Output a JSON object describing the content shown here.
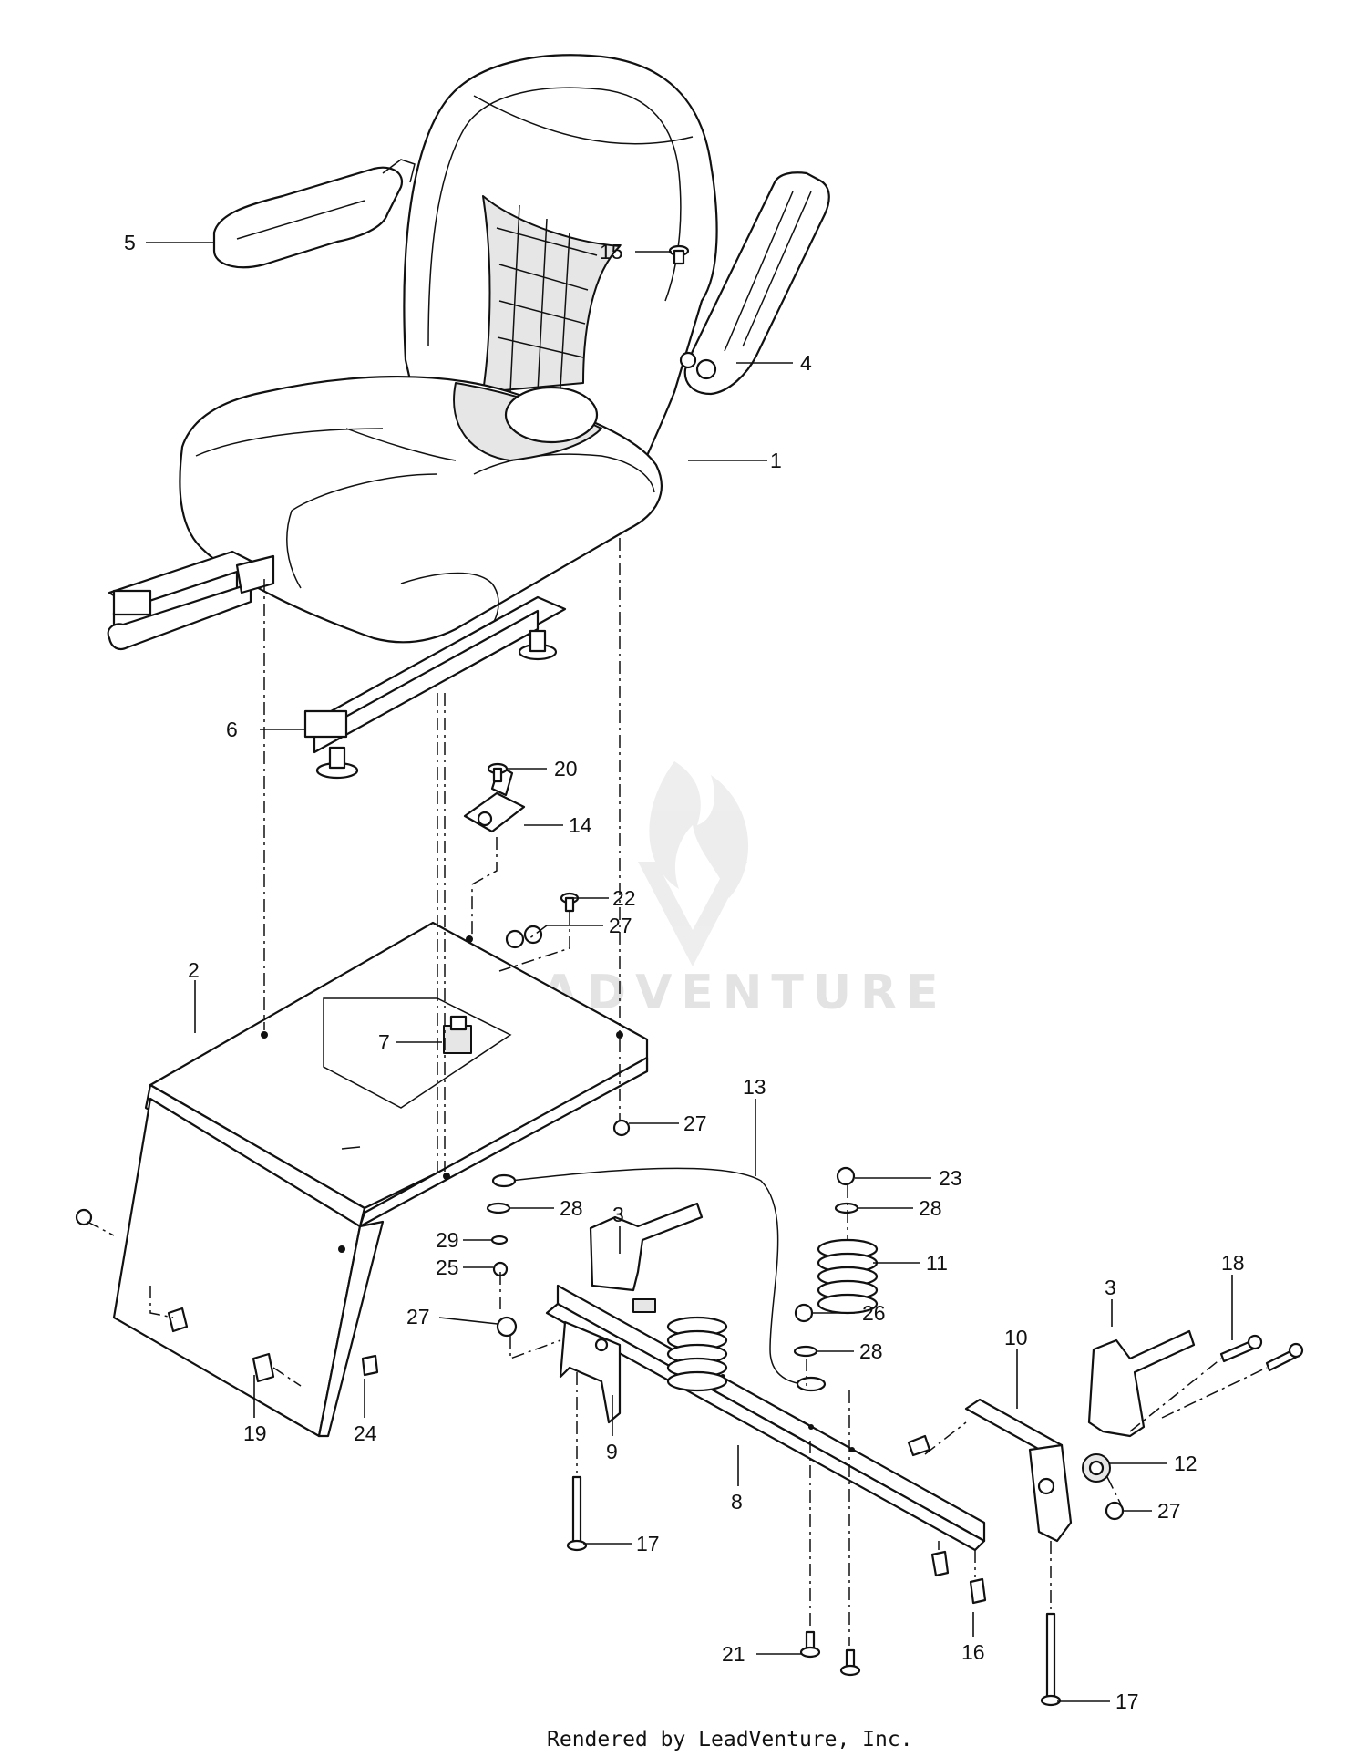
{
  "watermark": {
    "text": "LEADVENTURE"
  },
  "footer": {
    "text": "Rendered by LeadVenture, Inc."
  },
  "callouts": {
    "c1": "1",
    "c2": "2",
    "c3a": "3",
    "c3b": "3",
    "c4": "4",
    "c5": "5",
    "c6": "6",
    "c7": "7",
    "c8": "8",
    "c9": "9",
    "c10": "10",
    "c11": "11",
    "c12": "12",
    "c13": "13",
    "c14": "14",
    "c15": "15",
    "c16": "16",
    "c17a": "17",
    "c17b": "17",
    "c18": "18",
    "c19": "19",
    "c20": "20",
    "c21": "21",
    "c22": "22",
    "c23": "23",
    "c24": "24",
    "c25": "25",
    "c26": "26",
    "c27a": "27",
    "c27b": "27",
    "c27c": "27",
    "c27d": "27",
    "c28a": "28",
    "c28b": "28",
    "c28c": "28",
    "c29": "29"
  }
}
